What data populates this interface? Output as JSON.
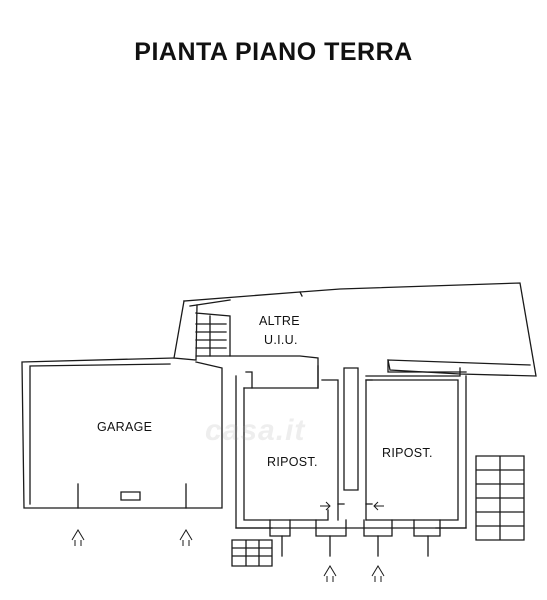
{
  "title": "PIANTA PIANO TERRA",
  "rooms": {
    "garage": "GARAGE",
    "altre_line1": "ALTRE",
    "altre_line2": "U.I.U.",
    "ripost_left": "RIPOST.",
    "ripost_right": "RIPOST."
  },
  "watermark": "casa.it",
  "colors": {
    "line": "#1a1a1a",
    "background": "#ffffff"
  }
}
